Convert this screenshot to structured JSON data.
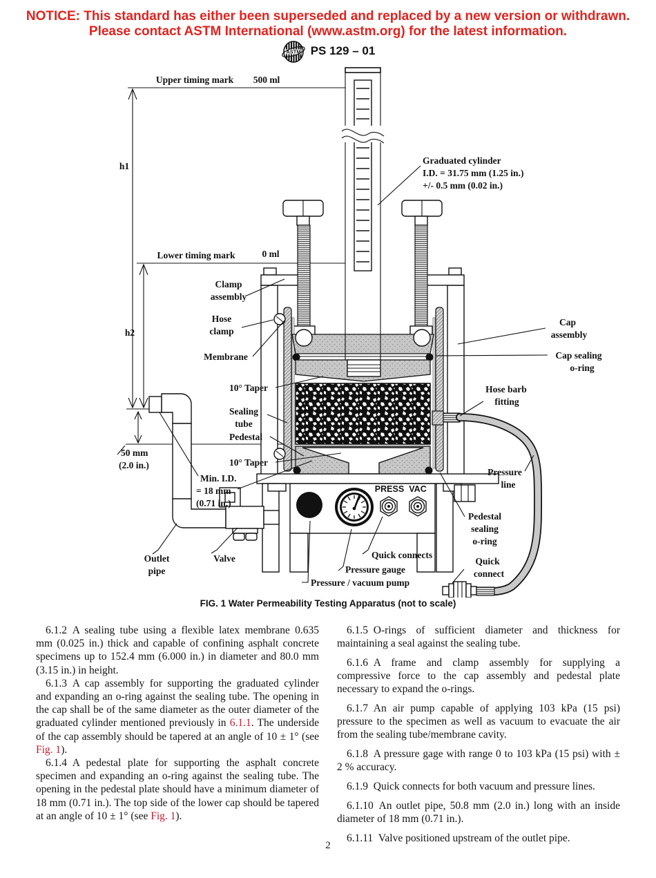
{
  "colors": {
    "notice_red": "#e2231e",
    "link_red": "#c31c2f"
  },
  "header": {
    "notice_line1": "NOTICE: This standard has either been superseded and replaced by a new version or withdrawn.",
    "notice_line2": "Please contact ASTM International (www.astm.org) for the latest information.",
    "designation": "PS 129 – 01"
  },
  "figure": {
    "caption": "FIG. 1 Water Permeability Testing Apparatus (not to scale)",
    "labels": {
      "upper_timing_mark": "Upper timing mark",
      "volume_500": "500 ml",
      "h1": "h1",
      "graduated_cylinder_1": "Graduated cylinder",
      "graduated_cylinder_2": "I.D. = 31.75 mm (1.25 in.)",
      "graduated_cylinder_3": "+/- 0.5 mm (0.02 in.)",
      "lower_timing_mark": "Lower timing mark",
      "volume_0": "0 ml",
      "clamp_assembly_1": "Clamp",
      "clamp_assembly_2": "assembly",
      "hose_clamp_1": "Hose",
      "hose_clamp_2": "clamp",
      "h2": "h2",
      "membrane": "Membrane",
      "cap_assembly_1": "Cap",
      "cap_assembly_2": "assembly",
      "cap_sealing_1": "Cap sealing",
      "cap_sealing_2": "o-ring",
      "taper_upper": "10° Taper",
      "sealing_tube_1": "Sealing",
      "sealing_tube_2": "tube",
      "hose_barb_1": "Hose barb",
      "hose_barb_2": "fitting",
      "pedestal": "Pedestal",
      "dim_50mm_1": "50 mm",
      "dim_50mm_2": "(2.0 in.)",
      "taper_lower": "10° Taper",
      "min_id_1": "Min. I.D.",
      "min_id_2": "= 18 mm",
      "min_id_3": "(0.71 in.)",
      "pressure_line_1": "Pressure",
      "pressure_line_2": "line",
      "outlet_pipe_1": "Outlet",
      "outlet_pipe_2": "pipe",
      "valve": "Valve",
      "press": "PRESS",
      "vac": "VAC",
      "pedestal_oring_1": "Pedestal",
      "pedestal_oring_2": "sealing",
      "pedestal_oring_3": "o-ring",
      "quick_connects": "Quick connects",
      "pressure_gauge": "Pressure gauge",
      "pressure_vacuum_pump": "Pressure / vacuum pump",
      "quick_connect_1": "Quick",
      "quick_connect_2": "connect"
    }
  },
  "body": {
    "left": [
      {
        "id": "6.1.2",
        "segments": [
          {
            "t": "6.1.2 A sealing tube using a flexible latex membrane 0.635 mm (0.025 in.) thick and capable of confining asphalt concrete specimens up to 152.4 mm (6.000 in.) in diameter and 80.0 mm (3.15 in.) in height."
          }
        ]
      },
      {
        "id": "6.1.3",
        "segments": [
          {
            "t": "6.1.3 A cap assembly for supporting the graduated cylinder and expanding an o-ring against the sealing tube. The opening in the cap shall be of the same diameter as the outer diameter of the graduated cylinder mentioned previously in "
          },
          {
            "t": "6.1.1",
            "link": true
          },
          {
            "t": ". The underside of the cap assembly should be tapered at an angle of 10 ± 1° (see "
          },
          {
            "t": "Fig. 1",
            "link": true
          },
          {
            "t": ")."
          }
        ]
      },
      {
        "id": "6.1.4",
        "segments": [
          {
            "t": "6.1.4 A pedestal plate for supporting the asphalt concrete specimen and expanding an o-ring against the sealing tube. The opening in the pedestal plate should have a minimum diameter of 18 mm (0.71 in.). The top side of the lower cap should be tapered at an angle of 10 ± 1° (see "
          },
          {
            "t": "Fig. 1",
            "link": true
          },
          {
            "t": ")."
          }
        ]
      }
    ],
    "right": [
      {
        "id": "6.1.5",
        "segments": [
          {
            "t": "6.1.5 O-rings of sufficient diameter and thickness for maintaining a seal against the sealing tube."
          }
        ]
      },
      {
        "id": "6.1.6",
        "segments": [
          {
            "t": "6.1.6 A frame and clamp assembly for supplying a compressive force to the cap assembly and pedestal plate necessary to expand the o-rings."
          }
        ]
      },
      {
        "id": "6.1.7",
        "segments": [
          {
            "t": "6.1.7 An air pump capable of applying 103 kPa (15 psi) pressure to the specimen as well as vacuum to evacuate the air from the sealing tube/membrane cavity."
          }
        ]
      },
      {
        "id": "6.1.8",
        "segments": [
          {
            "t": "6.1.8 A pressure gage with range 0 to 103 kPa (15 psi) with ± 2 % accuracy."
          }
        ]
      },
      {
        "id": "6.1.9",
        "segments": [
          {
            "t": "6.1.9 Quick connects for both vacuum and pressure lines."
          }
        ]
      },
      {
        "id": "6.1.10",
        "segments": [
          {
            "t": "6.1.10 An outlet pipe, 50.8 mm (2.0 in.) long with an inside diameter of 18 mm (0.71 in.)."
          }
        ]
      },
      {
        "id": "6.1.11",
        "segments": [
          {
            "t": "6.1.11 Valve positioned upstream of the outlet pipe."
          }
        ]
      }
    ]
  },
  "footer": {
    "page_number": "2"
  }
}
